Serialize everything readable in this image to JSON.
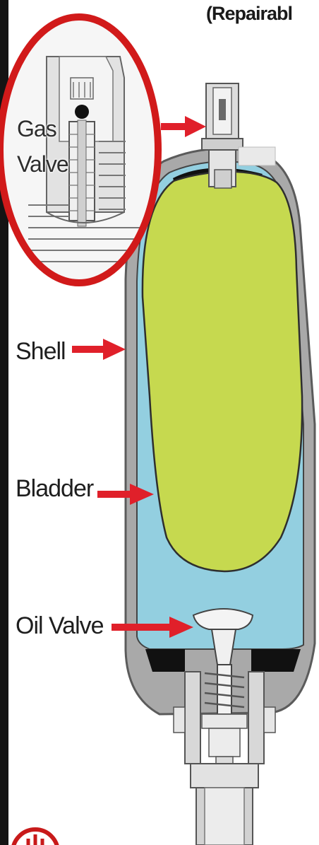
{
  "title": "(Repairabl",
  "labels": {
    "gas_valve_line1": "Gas",
    "gas_valve_line2": "Valve",
    "shell": "Shell",
    "bladder": "Bladder",
    "oil_valve": "Oil Valve"
  },
  "colors": {
    "bladder": "#c6d94f",
    "oil": "#93cfe0",
    "shell": "#a9a9a9",
    "arrow": "#e0202a",
    "callout_ring": "#d11a1a",
    "left_edge_bar": "#141414"
  }
}
